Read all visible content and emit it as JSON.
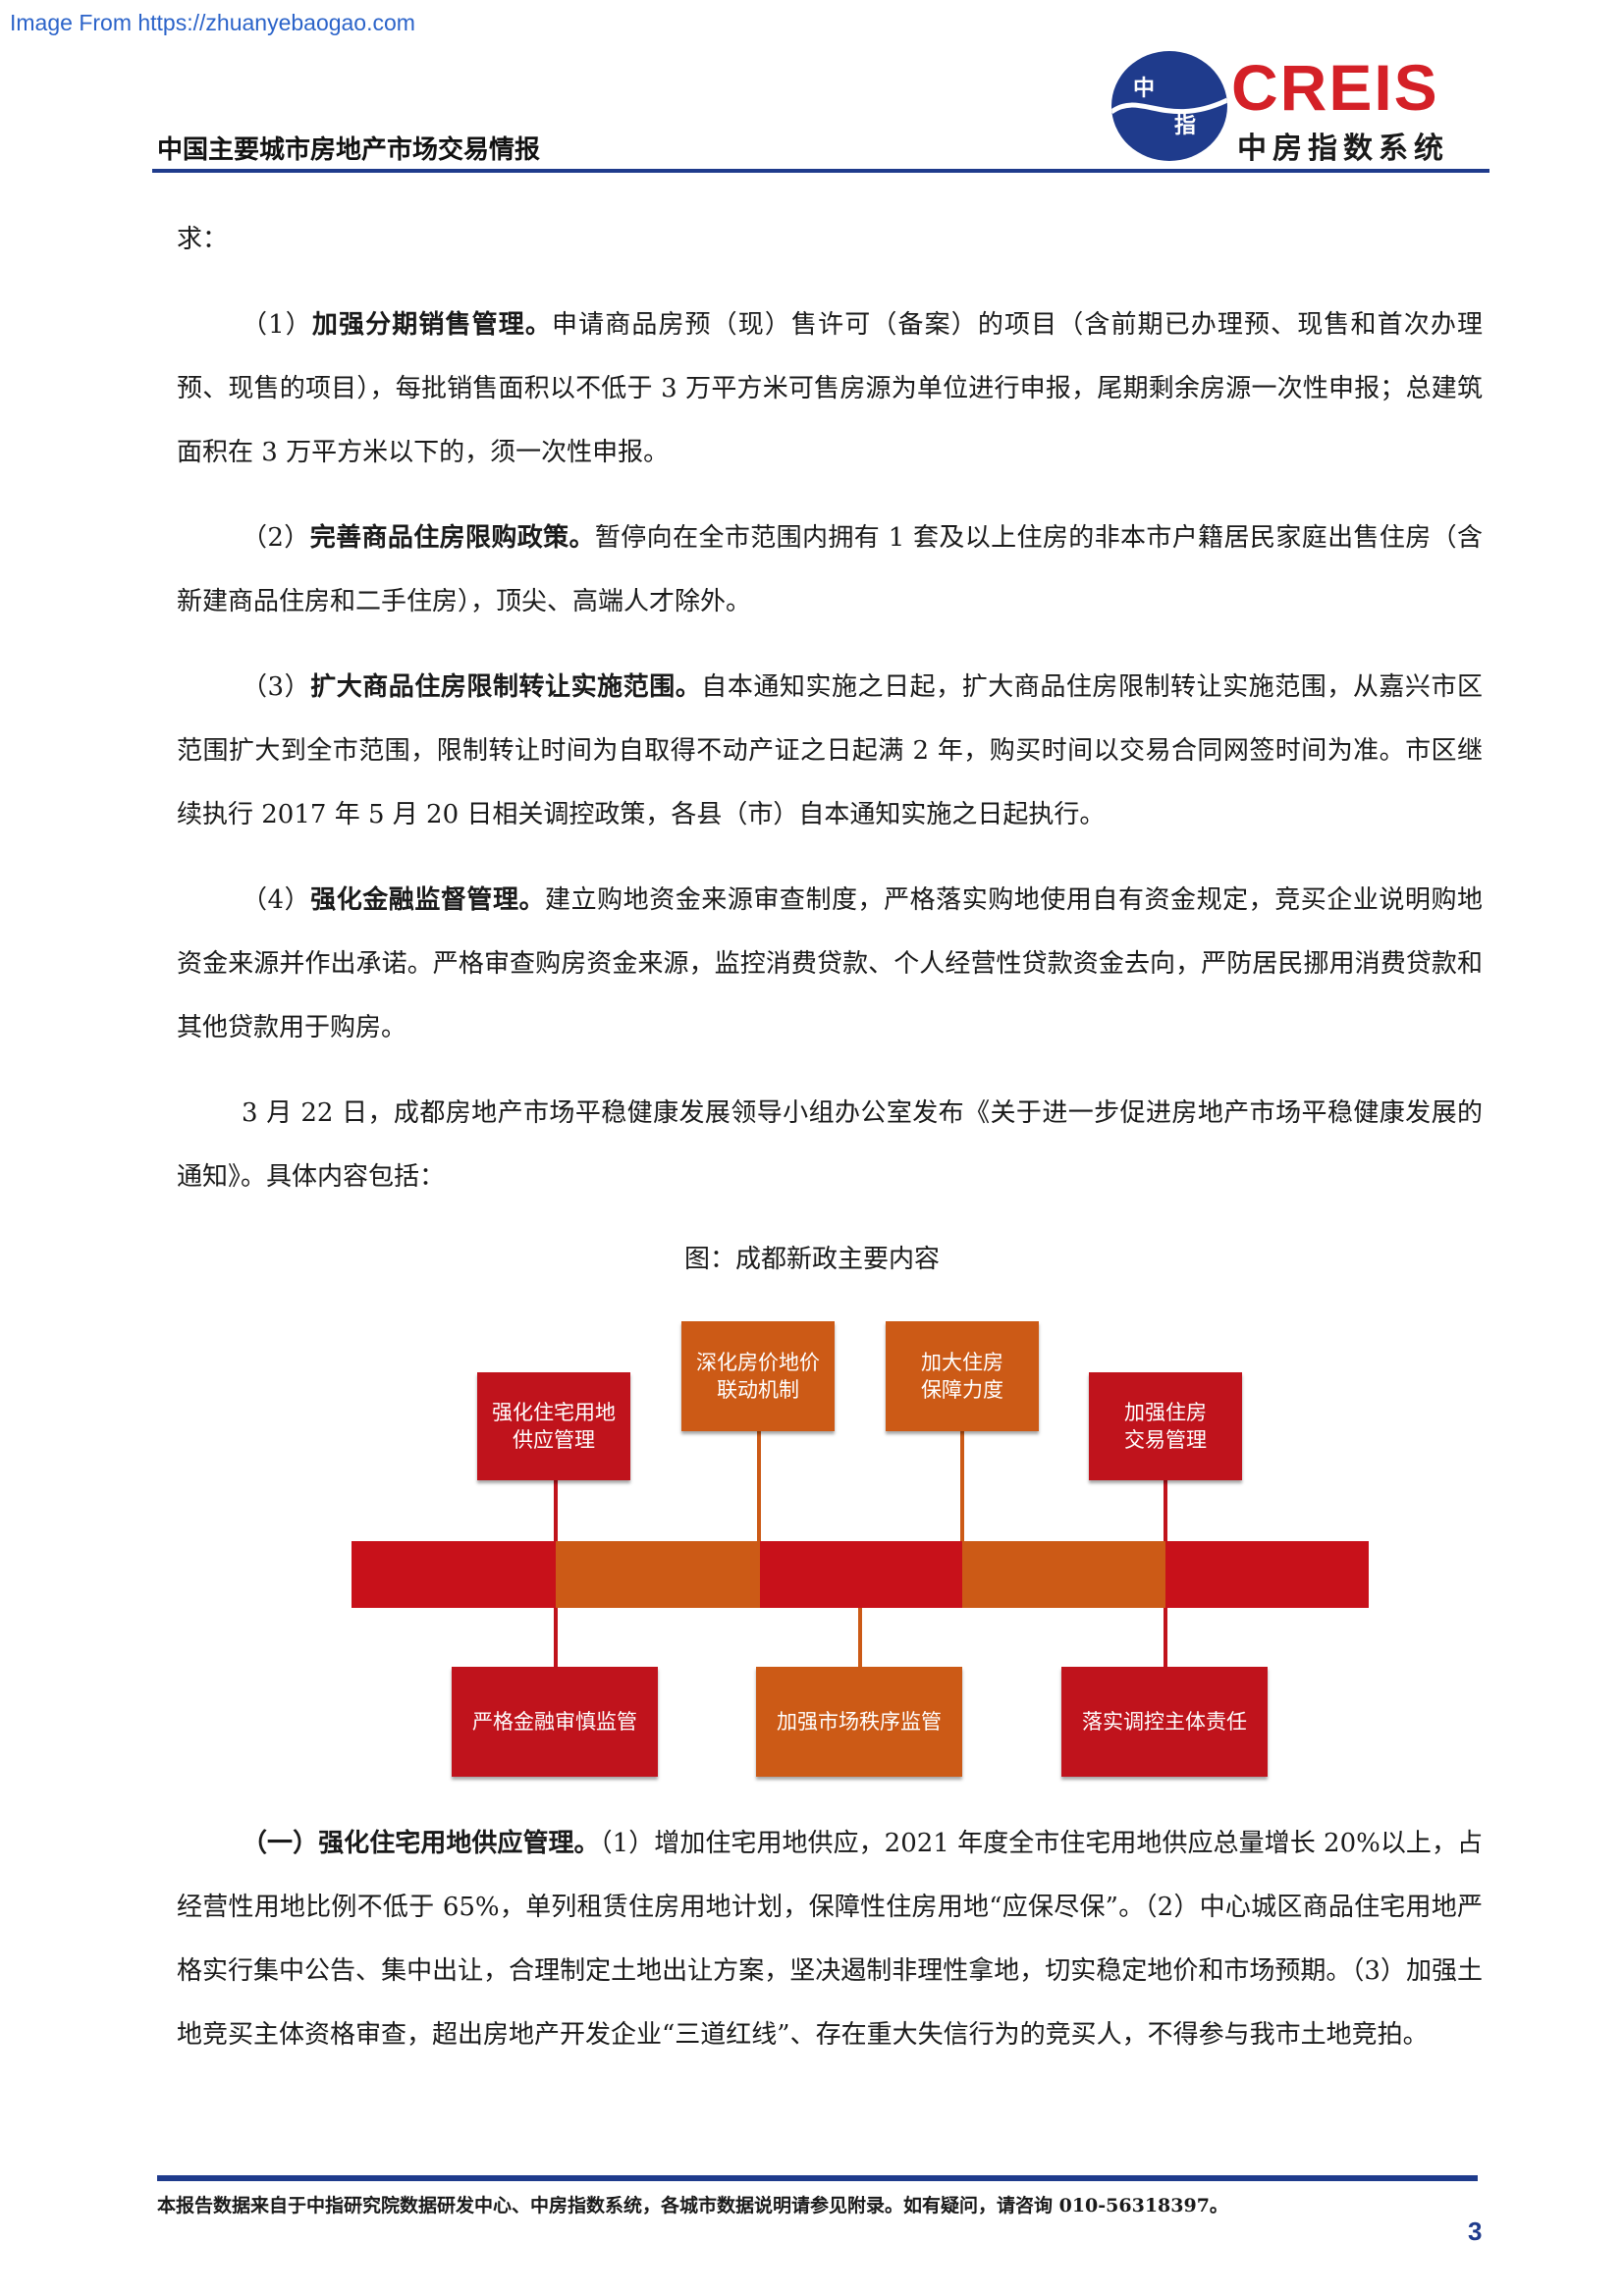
{
  "source_link": "Image From https://zhuanyebaogao.com",
  "header": {
    "title": "中国主要城市房地产市场交易情报",
    "logo": {
      "brand": "CREIS",
      "subtitle": "中房指数系统",
      "mark_top": "中",
      "mark_bottom": "指"
    }
  },
  "body": {
    "p0": "求：",
    "p1": {
      "lead": "（1）",
      "bold": "加强分期销售管理。",
      "text": "申请商品房预（现）售许可（备案）的项目（含前期已办理预、现售和首次办理预、现售的项目），每批销售面积以不低于 3 万平方米可售房源为单位进行申报，尾期剩余房源一次性申报；总建筑面积在 3 万平方米以下的，须一次性申报。"
    },
    "p2": {
      "lead": "（2）",
      "bold": "完善商品住房限购政策。",
      "text": "暂停向在全市范围内拥有 1 套及以上住房的非本市户籍居民家庭出售住房（含新建商品住房和二手住房），顶尖、高端人才除外。"
    },
    "p3": {
      "lead": "（3）",
      "bold": "扩大商品住房限制转让实施范围。",
      "text": "自本通知实施之日起，扩大商品住房限制转让实施范围，从嘉兴市区范围扩大到全市范围，限制转让时间为自取得不动产证之日起满 2 年，购买时间以交易合同网签时间为准。市区继续执行 2017 年 5 月 20 日相关调控政策，各县（市）自本通知实施之日起执行。"
    },
    "p4": {
      "lead": "（4）",
      "bold": "强化金融监督管理。",
      "text": "建立购地资金来源审查制度，严格落实购地使用自有资金规定，竞买企业说明购地资金来源并作出承诺。严格审查购房资金来源，监控消费贷款、个人经营性贷款资金去向，严防居民挪用消费贷款和其他贷款用于购房。"
    },
    "p5": "3 月 22 日，成都房地产市场平稳健康发展领导小组办公室发布《关于进一步促进房地产市场平稳健康发展的通知》。具体内容包括："
  },
  "figure": {
    "caption": "图：成都新政主要内容",
    "top_items": [
      {
        "label": "强化住宅用地供应管理"
      },
      {
        "label": "深化房价地价联动机制"
      },
      {
        "label": "加大住房保障力度"
      },
      {
        "label": "加强住房交易管理"
      }
    ],
    "bottom_items": [
      {
        "label": "严格金融审慎监管"
      },
      {
        "label": "加强市场秩序监管"
      },
      {
        "label": "落实调控主体责任"
      }
    ],
    "colors": {
      "red": "#c0131c",
      "orange": "#cc5a16",
      "bar_red": "#c8111a",
      "bar_orange": "#cc5a16"
    }
  },
  "section1": {
    "bold": "（一）强化住宅用地供应管理。",
    "text": "（1）增加住宅用地供应，2021 年度全市住宅用地供应总量增长 20%以上，占经营性用地比例不低于 65%，单列租赁住房用地计划，保障性住房用地“应保尽保”。（2）中心城区商品住宅用地严格实行集中公告、集中出让，合理制定土地出让方案，坚决遏制非理性拿地，切实稳定地价和市场预期。（3）加强土地竞买主体资格审查，超出房地产开发企业“三道红线”、存在重大失信行为的竞买人，不得参与我市土地竞拍。"
  },
  "footer": {
    "note": "本报告数据来自于中指研究院数据研发中心、中房指数系统，各城市数据说明请参见附录。如有疑问，请咨询 010-56318397。",
    "page": "3"
  }
}
